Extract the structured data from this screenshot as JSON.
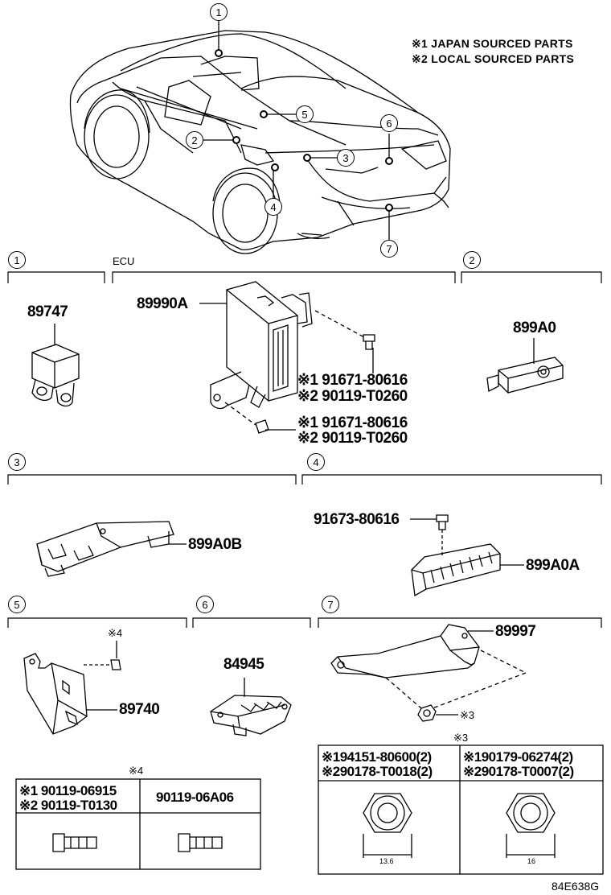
{
  "legend": {
    "line1": "※1 JAPAN SOURCED PARTS",
    "line2": "※2 LOCAL SOURCED PARTS"
  },
  "car_callouts": [
    "1",
    "2",
    "3",
    "4",
    "5",
    "6",
    "7"
  ],
  "sections": {
    "s1": {
      "number": "1",
      "part": "89747"
    },
    "ecu": {
      "label": "ECU",
      "part": "89990A",
      "screw1_a": "※1 91671-80616",
      "screw1_b": "※2 90119-T0260",
      "screw2_a": "※1 91671-80616",
      "screw2_b": "※2 90119-T0260"
    },
    "s2": {
      "number": "2",
      "part": "899A0"
    },
    "s3": {
      "number": "3",
      "part": "899A0B"
    },
    "s4": {
      "number": "4",
      "screw": "91673-80616",
      "part": "899A0A"
    },
    "s5": {
      "number": "5",
      "note": "※4",
      "part": "89740"
    },
    "s6": {
      "number": "6",
      "part": "84945"
    },
    "s7": {
      "number": "7",
      "part": "89997",
      "nut_note": "※3"
    }
  },
  "table4": {
    "title": "※4",
    "col1_a": "※1 90119-06915",
    "col1_b": "※2 90119-T0130",
    "col2": "90119-06A06"
  },
  "table3": {
    "title": "※3",
    "col1_a": "※194151-80600(2)",
    "col1_b": "※290178-T0018(2)",
    "col2_a": "※190179-06274(2)",
    "col2_b": "※290178-T0007(2)",
    "dim1": "13.6",
    "dim2": "16"
  },
  "figure_code": "84E638G"
}
